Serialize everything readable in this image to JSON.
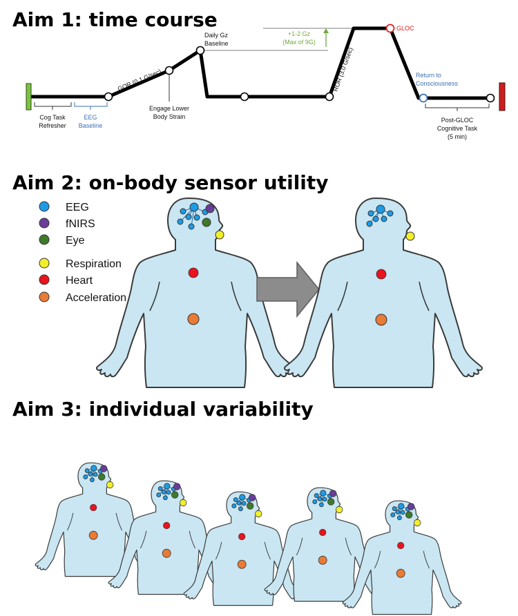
{
  "aim1": {
    "title": "Aim 1: time course",
    "labels": {
      "cog_task": [
        "Cog Task",
        "Refresher"
      ],
      "eeg_baseline": [
        "EEG",
        "Baseline"
      ],
      "gor": "GOR (0.1 G/sec)",
      "engage": [
        "Engage Lower",
        "Body Strain"
      ],
      "daily": [
        "Daily Gz",
        "Baseline"
      ],
      "plus": [
        "+1-2 Gz",
        "(Max of 9G)"
      ],
      "ror": "ROR (3.0 G/sec)",
      "gloc": "GLOC",
      "return": [
        "Return to",
        "Consciousness"
      ],
      "post": [
        "Post-GLOC",
        "Cognitive Task",
        "(5 min)"
      ]
    },
    "colors": {
      "start_bar": "#7dc242",
      "end_bar": "#cc1f1f",
      "gloc": "#e02020",
      "blue_text": "#3a6fb5",
      "green_text": "#6ea840"
    }
  },
  "aim2": {
    "title": "Aim 2: on-body sensor utility",
    "legend": [
      {
        "label": "EEG",
        "color": "#1d9be6"
      },
      {
        "label": "fNIRS",
        "color": "#6a3d9a"
      },
      {
        "label": "Eye",
        "color": "#3f7a2b"
      },
      {
        "label": "Respiration",
        "color": "#f2ee2a"
      },
      {
        "label": "Heart",
        "color": "#e8141e"
      },
      {
        "label": "Acceleration",
        "color": "#e87b36"
      }
    ],
    "arrow_color": "#8c8c8c"
  },
  "aim3": {
    "title": "Aim 3: individual variability"
  },
  "body_fill": "#c9e6f2",
  "body_stroke": "#3a3a3a"
}
